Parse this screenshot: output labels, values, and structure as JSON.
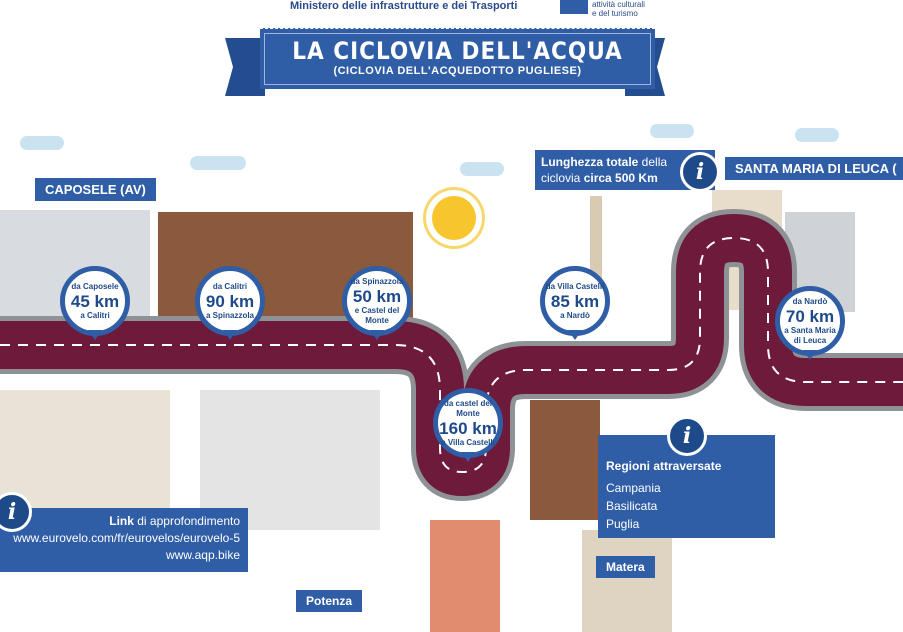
{
  "header": {
    "ministry_left": "Ministero delle infrastrutture e dei Trasporti",
    "ministry_right_line1": "attività culturali",
    "ministry_right_line2": "e del turismo"
  },
  "title": {
    "main": "LA CICLOVIA DELL'ACQUA",
    "sub": "(CICLOVIA DELL'ACQUEDOTTO PUGLIESE)"
  },
  "places": {
    "start": "CAPOSELE (AV)",
    "end": "SANTA MARIA DI LEUCA (",
    "potenza": "Potenza",
    "matera": "Matera"
  },
  "total": {
    "bold1": "Lunghezza totale",
    "text1": " della",
    "text2": "ciclovia ",
    "bold2": "circa 500 Km",
    "icon": "info-icon"
  },
  "segments": [
    {
      "from": "da Caposele",
      "km": "45 km",
      "to": "a Calitri"
    },
    {
      "from": "da Calitri",
      "km": "90 km",
      "to": "a Spinazzola"
    },
    {
      "from": "da Spinazzola",
      "km": "50 km",
      "to": "e Castel del Monte"
    },
    {
      "from": "da castel del Monte",
      "km": "160 km",
      "to": "a Villa Castelli"
    },
    {
      "from": "da Villa Castelli",
      "km": "85 km",
      "to": "a Nardò"
    },
    {
      "from": "da Nardò",
      "km": "70 km",
      "to": "a Santa Maria di Leuca"
    }
  ],
  "regions": {
    "title": "Regioni attraversate",
    "items": [
      "Campania",
      "Basilicata",
      "Puglia"
    ]
  },
  "links": {
    "bold": "Link",
    "text": " di approfondimento",
    "urls": [
      "www.eurovelo.com/fr/eurovelos/eurovelo-5",
      "www.aqp.bike"
    ]
  },
  "colors": {
    "blue": "#2f5da6",
    "road": "#6e1a3a"
  }
}
